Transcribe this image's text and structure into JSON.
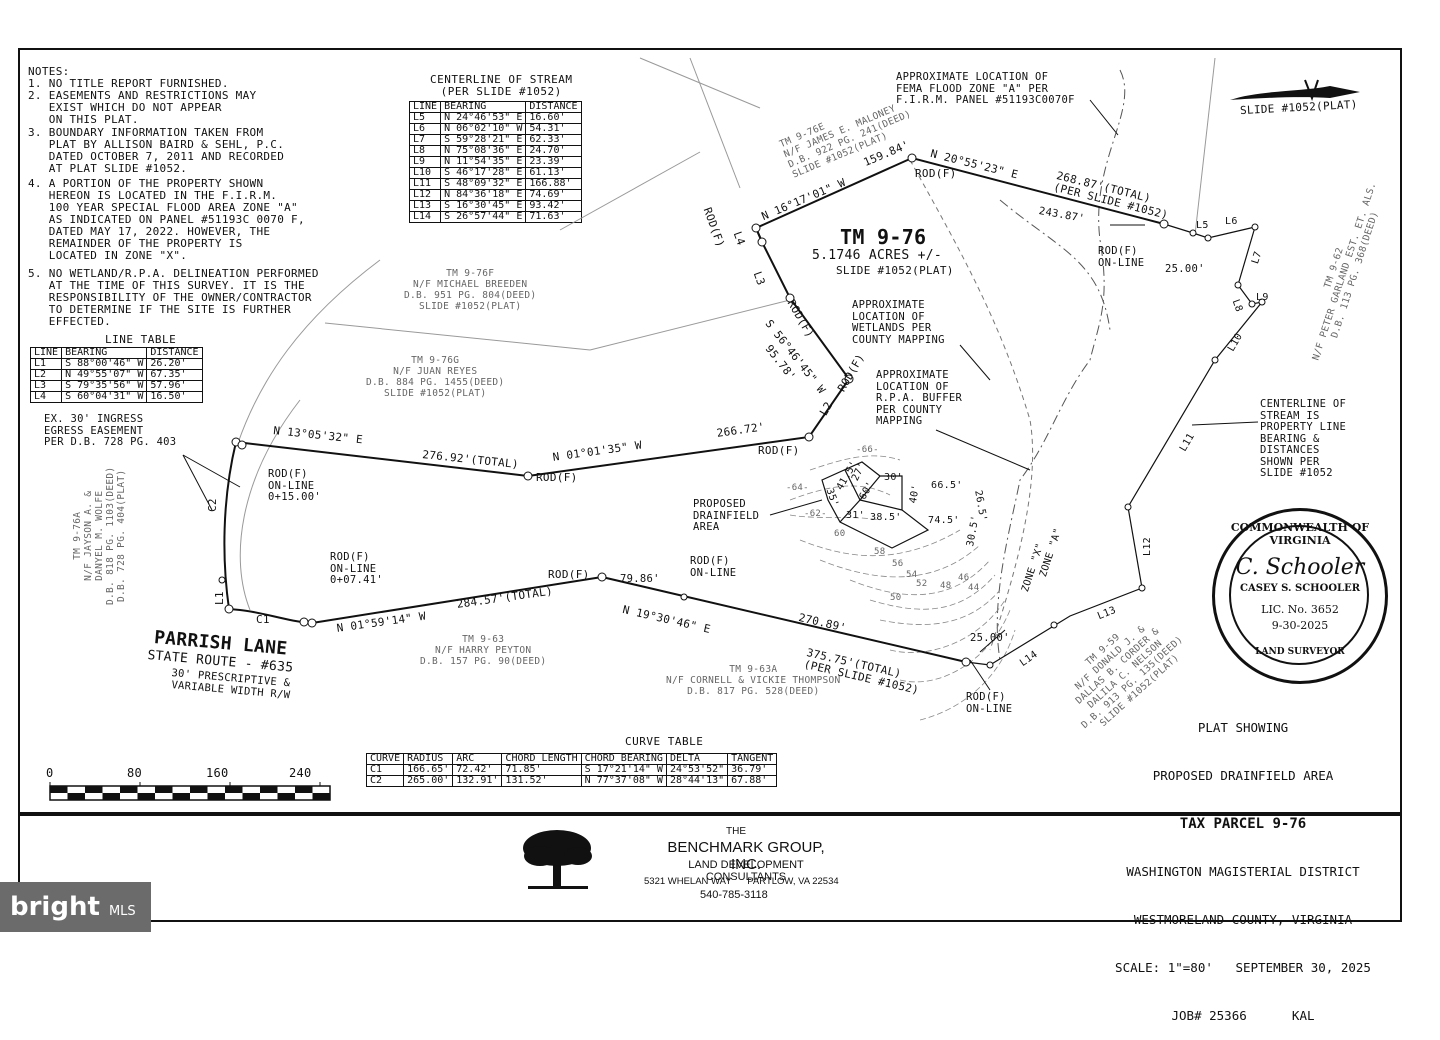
{
  "notes": {
    "heading": "NOTES:",
    "items": [
      "1. NO TITLE REPORT FURNISHED.",
      "2. EASEMENTS AND RESTRICTIONS MAY\n   EXIST WHICH DO NOT APPEAR\n   ON THIS PLAT.",
      "3. BOUNDARY INFORMATION TAKEN FROM\n   PLAT BY ALLISON BAIRD & SEHL, P.C.\n   DATED OCTOBER 7, 2011 AND RECORDED\n   AT PLAT SLIDE #1052.",
      "4. A PORTION OF THE PROPERTY SHOWN\n   HEREON IS LOCATED IN THE F.I.R.M.\n   100 YEAR SPECIAL FLOOD AREA ZONE \"A\"\n   AS INDICATED ON PANEL #51193C 0070 F,\n   DATED MAY 17, 2022. HOWEVER, THE\n   REMAINDER OF THE PROPERTY IS\n   LOCATED IN ZONE \"X\".",
      "5. NO WETLAND/R.P.A. DELINEATION PERFORMED\n   AT THE TIME OF THIS SURVEY. IT IS THE\n   RESPONSIBILITY OF THE OWNER/CONTRACTOR\n   TO DETERMINE IF THE SITE IS FURTHER\n   EFFECTED."
    ]
  },
  "line_table": {
    "title": "LINE TABLE",
    "headers": [
      "LINE",
      "BEARING",
      "DISTANCE"
    ],
    "rows": [
      [
        "L1",
        "S 88°00'46\" W",
        "26.20'"
      ],
      [
        "L2",
        "N 49°55'07\" W",
        "67.35'"
      ],
      [
        "L3",
        "S 79°35'56\" W",
        "57.96'"
      ],
      [
        "L4",
        "S 60°04'31\" W",
        "16.50'"
      ]
    ]
  },
  "stream_table": {
    "title": "CENTERLINE OF STREAM\n(PER SLIDE #1052)",
    "headers": [
      "LINE",
      "BEARING",
      "DISTANCE"
    ],
    "rows": [
      [
        "L5",
        "N 24°46'53\" E",
        "16.60'"
      ],
      [
        "L6",
        "N 06°02'10\" W",
        "54.31'"
      ],
      [
        "L7",
        "S 59°28'21\" E",
        "62.33'"
      ],
      [
        "L8",
        "N 75°08'36\" E",
        "24.70'"
      ],
      [
        "L9",
        "N 11°54'35\" E",
        "23.39'"
      ],
      [
        "L10",
        "S 46°17'28\" E",
        "61.13'"
      ],
      [
        "L11",
        "S 48°09'32\" E",
        "166.88'"
      ],
      [
        "L12",
        "N 84°36'18\" E",
        "74.69'"
      ],
      [
        "L13",
        "S 16°30'45\" E",
        "93.42'"
      ],
      [
        "L14",
        "S 26°57'44\" E",
        "71.63'"
      ]
    ]
  },
  "curve_table": {
    "title": "CURVE TABLE",
    "headers": [
      "CURVE",
      "RADIUS",
      "ARC",
      "CHORD LENGTH",
      "CHORD BEARING",
      "DELTA",
      "TANGENT"
    ],
    "rows": [
      [
        "C1",
        "166.65'",
        "72.42'",
        "71.85'",
        "S 17°21'14\" W",
        "24°53'52\"",
        "36.79'"
      ],
      [
        "C2",
        "265.00'",
        "132.91'",
        "131.52'",
        "N 77°37'08\" W",
        "28°44'13\"",
        "67.88'"
      ]
    ]
  },
  "parcel": {
    "id": "TM 9-76",
    "acres": "5.1746 ACRES +/-",
    "slide": "SLIDE #1052(PLAT)"
  },
  "road": {
    "name": "PARRISH LANE",
    "route": "STATE ROUTE - #635",
    "width1": "30' PRESCRIPTIVE &",
    "width2": "VARIABLE WIDTH R/W"
  },
  "labels": {
    "slide_plat": "SLIDE #1052(PLAT)",
    "flood_note": "APPROXIMATE LOCATION OF\nFEMA FLOOD ZONE \"A\" PER\nF.I.R.M. PANEL #51193C0070F",
    "wetlands_note": "APPROXIMATE\nLOCATION OF\nWETLANDS PER\nCOUNTY MAPPING",
    "rpa_note": "APPROXIMATE\nLOCATION OF\nR.P.A. BUFFER\nPER COUNTY\nMAPPING",
    "drainfield_note": "PROPOSED\nDRAINFIELD\nAREA",
    "stream_note": "CENTERLINE OF\nSTREAM IS\nPROPERTY LINE\nBEARING &\nDISTANCES\nSHOWN PER\nSLIDE #1052",
    "easement_note": "EX. 30' INGRESS\nEGRESS EASEMENT\nPER D.B. 728 PG. 403",
    "n_13": "N 13°05'32\" E",
    "total_276": "276.92'(TOTAL)",
    "n_01_01": "N 01°01'35\" W",
    "d_266": "266.72'",
    "rod_f": "ROD(F)",
    "rod_online_15": "ROD(F)\nON-LINE\n0+15.00'",
    "rod_online_07": "ROD(F)\nON-LINE\n0+07.41'",
    "rod_online": "ROD(F)\nON-LINE",
    "n_01_59": "N 01°59'14\" W",
    "total_284": "284.57'(TOTAL)",
    "d_79": "79.86'",
    "n_19": "N 19°30'46\" E",
    "d_270": "270.89'",
    "total_375": "375.75'(TOTAL)\n(PER SLIDE #1052)",
    "d_25a": "25.00'",
    "d_25b": "25.00'",
    "n_16": "N 16°17'01\" W",
    "d_159": "159.84'",
    "n_20": "N 20°55'23\" E",
    "total_268": "268.87'(TOTAL)\n(PER SLIDE #1052)",
    "d_243": "243.87'",
    "s_56": "S 56°46'45\" W",
    "d_95": "95.78'",
    "tm_976e": "TM 9-76E\nN/F JAMES E. MALONEY\nD.B. 922 PG. 241(DEED)\nSLIDE #1052(PLAT)",
    "tm_976f": "TM 9-76F\nN/F MICHAEL BREEDEN\nD.B. 951 PG. 804(DEED)\nSLIDE #1052(PLAT)",
    "tm_976g": "TM 9-76G\nN/F JUAN REYES\nD.B. 884 PG. 1455(DEED)\nSLIDE #1052(PLAT)",
    "tm_976a": "TM 9-76A\nN/F JAYSON A. &\nDANYEL M. WOLFE\nD.B. 818 PG. 1103(DEED)\nD.B. 728 PG. 404(PLAT)",
    "tm_963": "TM 9-63\nN/F HARRY PEYTON\nD.B. 157 PG. 90(DEED)",
    "tm_963a": "TM 9-63A\nN/F CORNELL & VICKIE THOMPSON\nD.B. 817 PG. 528(DEED)",
    "tm_962": "TM 9-62\nN/F PETER GARLAND EST. ET. ALS.\nD.B. 113 PG. 368(DEED)",
    "tm_959": "TM 9-59\nN/F DONALD J. &\nDALLAS B. CORDER &\nDALILA C. NELSON\nD.B. 913 PG. 135(DEED)\nSLIDE #1052(PLAT)",
    "zone_x": "ZONE \"X\"",
    "zone_a": "ZONE \"A\"",
    "c1": "C1",
    "c2": "C2",
    "l1": "L1",
    "l2": "L2",
    "l3": "L3",
    "l4": "L4",
    "l5": "L5",
    "l6": "L6",
    "l7": "L7",
    "l8": "L8",
    "l9": "L9",
    "l10": "L10",
    "l11": "L11",
    "l12": "L12",
    "l13": "L13",
    "l14": "L14"
  },
  "drainfield_dims": [
    "27'",
    "41.5'",
    "30'",
    "60'",
    "35'",
    "40'",
    "66.5'",
    "31'",
    "38.5'",
    "74.5'",
    "30.5'",
    "26.5'"
  ],
  "contours": [
    "-66-",
    "-64-",
    "-62-",
    "60",
    "58",
    "56",
    "54",
    "52",
    "50",
    "48",
    "46",
    "44"
  ],
  "scale_bar": [
    "0",
    "80",
    "160",
    "240"
  ],
  "title_block": {
    "line1": "PLAT SHOWING",
    "line2": "PROPOSED DRAINFIELD AREA",
    "line3": "TAX PARCEL 9-76",
    "line4": "WASHINGTON MAGISTERIAL DISTRICT",
    "line5": "WESTMORELAND COUNTY, VIRGINIA",
    "scale": "SCALE: 1\"=80'",
    "date": "SEPTEMBER 30, 2025",
    "job": "JOB# 25366",
    "initials": "KAL"
  },
  "seal": {
    "top": "COMMONWEALTH OF VIRGINIA",
    "signature": "C. Schooler",
    "name": "CASEY S. SCHOOLER",
    "lic": "LIC. No. 3652",
    "date": "9-30-2025",
    "bottom": "LAND SURVEYOR"
  },
  "company": {
    "the": "THE",
    "name": "BENCHMARK GROUP, INC.",
    "tagline": "LAND DEVELOPMENT CONSULTANTS",
    "address": "5321 WHELAN WAY      PARTLOW, VA 22534",
    "phone": "540-785-3118"
  },
  "watermark": {
    "brand": "bright",
    "suffix": "MLS"
  }
}
